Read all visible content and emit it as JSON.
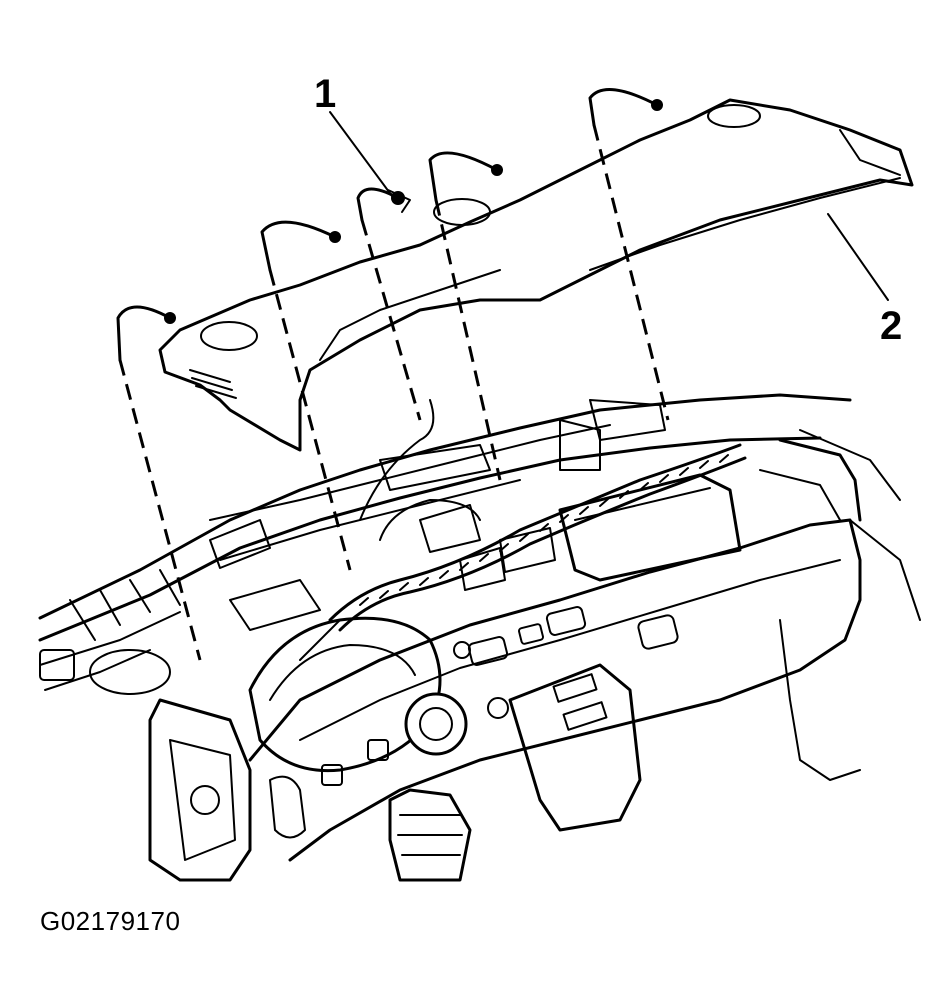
{
  "callouts": [
    {
      "label": "1"
    },
    {
      "label": "2"
    }
  ],
  "figure_code": "G02179170"
}
